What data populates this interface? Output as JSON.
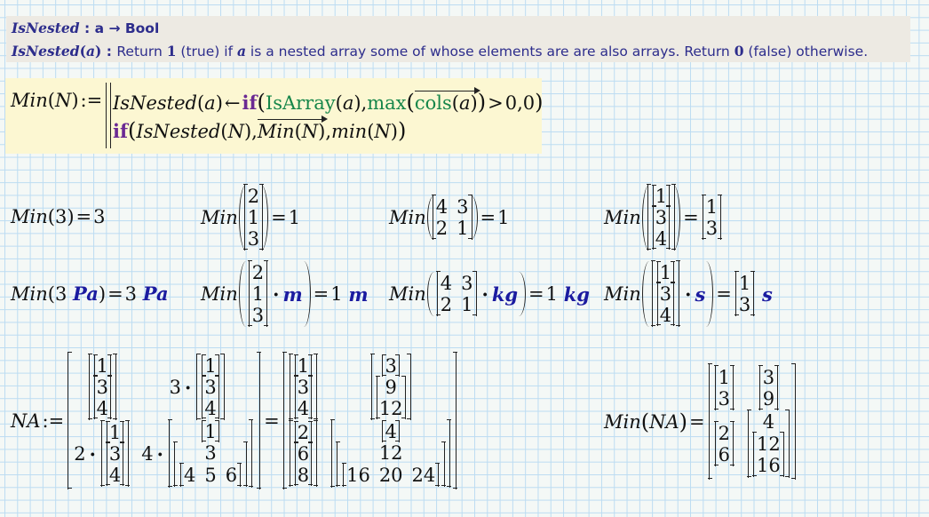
{
  "textbox": {
    "line1": {
      "name": "IsNested",
      "sep": " : ",
      "signature_arg": "a",
      "arrow": " → ",
      "return_type": "Bool"
    },
    "line2": {
      "name": "IsNested",
      "open": "(",
      "arg": "a",
      "close": ")",
      "sep": " : ",
      "t1": "Return ",
      "one": "1",
      "t2": " (true) if ",
      "a": "a",
      "t3": " is a nested array some of whose elements are are also arrays.  Return ",
      "zero": "0",
      "t4": " (false) otherwise."
    }
  },
  "definition": {
    "lhs_func": "Min",
    "lhs_arg": "N",
    "assign": ":=",
    "line1": {
      "local": "IsNested",
      "local_arg": "a",
      "larrow": "←",
      "if": "if",
      "isarray": "IsArray",
      "isarray_arg": "a",
      "comma": ",",
      "max": "max",
      "cols": "cols",
      "cols_arg": "a",
      "gt": ">",
      "zero1": "0",
      "zero2": "0"
    },
    "line2": {
      "if": "if",
      "isnested": "IsNested",
      "arg": "N",
      "min_vec": "Min",
      "min": "min"
    }
  },
  "examples": {
    "row1": [
      {
        "func": "Min",
        "arg": "3",
        "eq": "=",
        "result": "3"
      },
      {
        "func": "Min",
        "matrix": [
          [
            "2"
          ],
          [
            "1"
          ],
          [
            "3"
          ]
        ],
        "eq": "=",
        "result": "1"
      },
      {
        "func": "Min",
        "matrix": [
          [
            "4",
            "3"
          ],
          [
            "2",
            "1"
          ]
        ],
        "eq": "=",
        "result": "1"
      },
      {
        "func": "Min",
        "nested": [
          [
            "1"
          ],
          [
            "3"
          ],
          [
            "4"
          ]
        ],
        "eq": "=",
        "result": [
          [
            "1"
          ],
          [
            "3"
          ]
        ]
      }
    ],
    "row2": [
      {
        "func": "Min",
        "arg": "3",
        "unit": "Pa",
        "eq": "=",
        "result": "3",
        "result_unit": "Pa"
      },
      {
        "func": "Min",
        "matrix": [
          [
            "2"
          ],
          [
            "1"
          ],
          [
            "3"
          ]
        ],
        "unit": "m",
        "eq": "=",
        "result": "1",
        "result_unit": "m"
      },
      {
        "func": "Min",
        "matrix": [
          [
            "4",
            "3"
          ],
          [
            "2",
            "1"
          ]
        ],
        "unit": "kg",
        "eq": "=",
        "result": "1",
        "result_unit": "kg"
      },
      {
        "func": "Min",
        "nested": [
          [
            "1"
          ],
          [
            "3"
          ],
          [
            "4"
          ]
        ],
        "unit": "s",
        "eq": "=",
        "result": [
          [
            "1"
          ],
          [
            "3"
          ]
        ],
        "result_unit": "s"
      }
    ]
  },
  "na": {
    "name": "NA",
    "assign": ":=",
    "eq": "=",
    "def": {
      "c11": [
        "1",
        "3",
        "4"
      ],
      "c12_scalar": "3",
      "c12": [
        "1",
        "3",
        "4"
      ],
      "c21_scalar": "2",
      "c21": [
        "1",
        "3",
        "4"
      ],
      "c22_scalar": "4",
      "c22_top": "1",
      "c22_mid": "3",
      "c22_row": [
        "4",
        "5",
        "6"
      ]
    },
    "value": {
      "c11": [
        "1",
        "3",
        "4"
      ],
      "c12": [
        "3",
        "9",
        "12"
      ],
      "c21": [
        "2",
        "6",
        "8"
      ],
      "c22_top": "4",
      "c22_mid": "12",
      "c22_row": [
        "16",
        "20",
        "24"
      ]
    }
  },
  "min_na": {
    "func": "Min",
    "arg": "NA",
    "eq": "=",
    "c11": [
      "1",
      "3"
    ],
    "c12": [
      "3",
      "9"
    ],
    "c21": [
      "2",
      "6"
    ],
    "c22_top": "4",
    "c22_vec": [
      "12",
      "16"
    ]
  },
  "colors": {
    "text_region_bg": "#edeae3",
    "text_color": "#2d2d8c",
    "definition_bg": "#fcf7d2",
    "keyword": "#6b2a93",
    "builtin": "#16864a",
    "unit": "#1b1ba0",
    "grid": "#bcdcf2"
  }
}
